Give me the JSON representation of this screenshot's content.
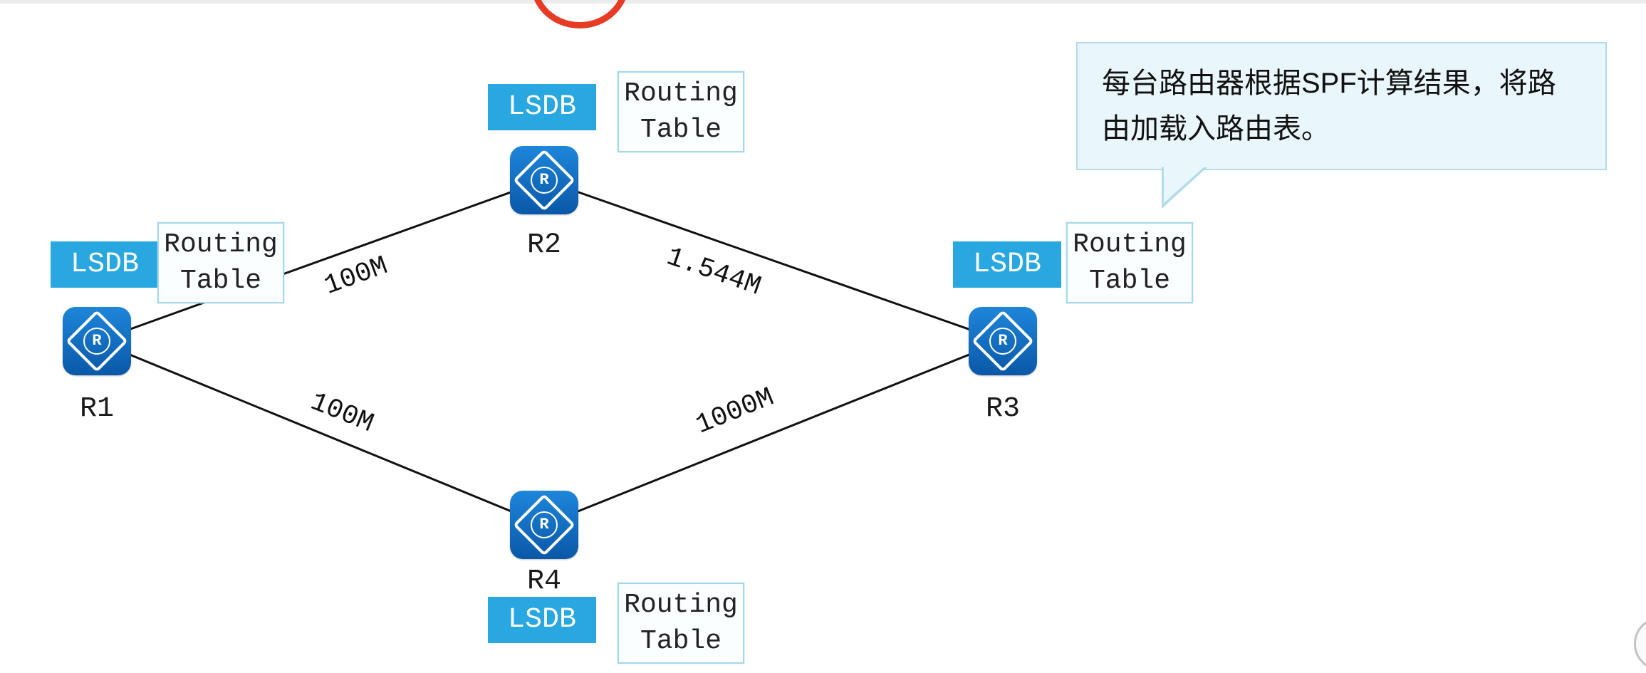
{
  "diagram": {
    "note": {
      "text": "每台路由器根据SPF计算结果，将路由加载入路由表。"
    },
    "labels": {
      "lsdb": "LSDB",
      "routing_table": "Routing Table"
    },
    "routers": [
      {
        "name": "R1"
      },
      {
        "name": "R2"
      },
      {
        "name": "R3"
      },
      {
        "name": "R4"
      }
    ],
    "links": [
      {
        "from": "R1",
        "to": "R2",
        "bandwidth": "100M"
      },
      {
        "from": "R1",
        "to": "R4",
        "bandwidth": "100M"
      },
      {
        "from": "R2",
        "to": "R3",
        "bandwidth": "1.544M"
      },
      {
        "from": "R4",
        "to": "R3",
        "bandwidth": "1000M"
      }
    ],
    "icon_letter": "R",
    "colors": {
      "router_blue_top": "#1e86da",
      "router_blue_bottom": "#0a58a8",
      "lsdb_bg": "#29a7e0",
      "lsdb_text": "#ffffff",
      "routing_table_border": "#a6d8ea",
      "routing_table_bg": "#fbfeff",
      "note_bg": "#e9f6fb",
      "note_border": "#b3dcea",
      "link_line": "#111111",
      "red_mark": "#e63c25"
    }
  }
}
